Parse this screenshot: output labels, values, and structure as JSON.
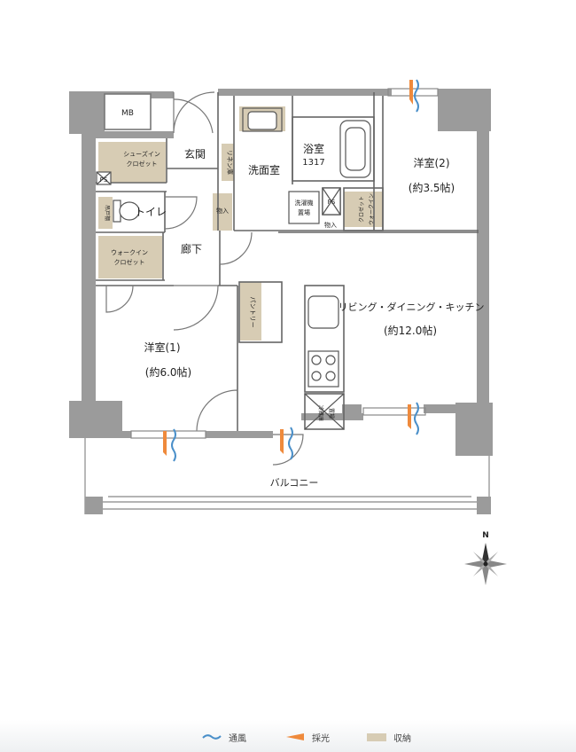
{
  "rooms": {
    "mb": "MB",
    "entrance": "玄関",
    "shoes_closet_1": "シューズイン",
    "shoes_closet_2": "クロゼット",
    "ps_left": "PS",
    "linen": "リネン庫",
    "washroom": "洗面室",
    "bath": "浴室",
    "bath_size": "1317",
    "washer_1": "洗濯機",
    "washer_2": "置場",
    "ps_center": "PS",
    "storage_center": "物入",
    "storage_small": "物入",
    "toilet": "トイレ",
    "toilet_cabinet": "吊戸棚",
    "hallway": "廊下",
    "walkin_left_1": "ウォークイン",
    "walkin_left_2": "クロゼット",
    "walkin_right_1": "ウォークイン",
    "walkin_right_2": "クロゼット",
    "bedroom2": "洋室(2)",
    "bedroom2_size": "(約3.5帖)",
    "ldk": "リビング・ダイニング・キッチン",
    "ldk_size": "(約12.0帖)",
    "pantry": "パントリー",
    "fridge_1": "冷蔵庫",
    "fridge_2": "置場",
    "bedroom1": "洋室(1)",
    "bedroom1_size": "(約6.0帖)",
    "balcony": "バルコニー"
  },
  "compass": {
    "north": "N"
  },
  "legend": {
    "ventilation": "通風",
    "daylight": "採光",
    "storage": "収納"
  },
  "colors": {
    "wall": "#9b9b9b",
    "storage_fill": "#d7ccb4",
    "ventilation": "#4a8fc9",
    "daylight": "#ef8a3c"
  },
  "icons": {
    "compass": "compass-rose-icon",
    "ventilation": "ventilation-wave-icon",
    "daylight": "daylight-arrow-icon"
  }
}
